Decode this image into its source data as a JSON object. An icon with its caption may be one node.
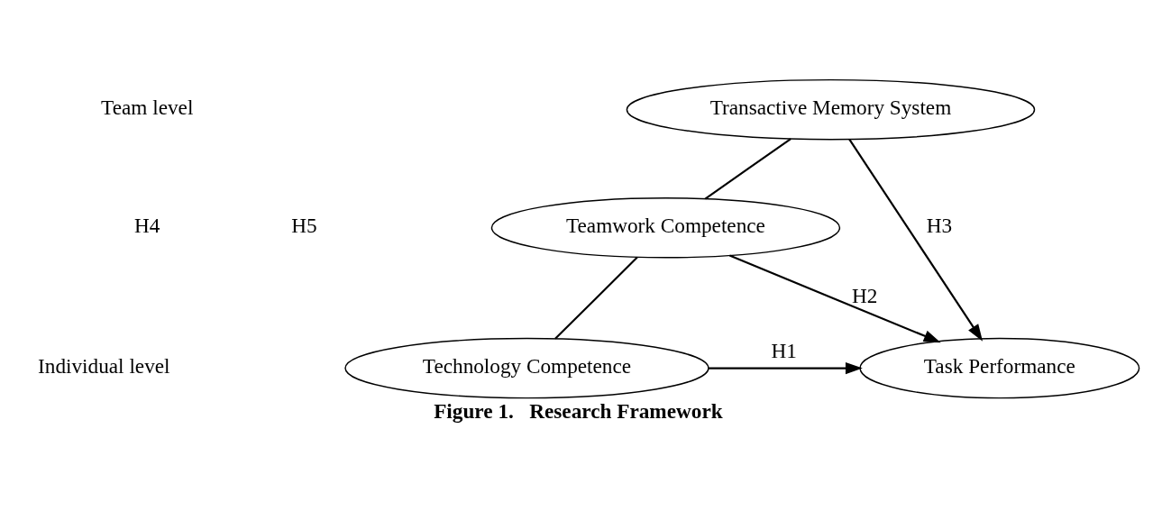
{
  "diagram": {
    "caption": "Figure 1.   Research Framework",
    "nodes": [
      {
        "text": [
          "Transactive Memory System"
        ]
      },
      {
        "text": [
          "Teamwork Competence"
        ]
      },
      {
        "text": [
          "Technology Competence"
        ]
      },
      {
        "text": [
          "Task Performance"
        ]
      }
    ],
    "edges": [
      {
        "from": 0,
        "to": 3,
        "arrow": "to",
        "label": "H3"
      },
      {
        "from": 0,
        "to": 1,
        "arrow": "none"
      },
      {
        "from": 2,
        "to": 1,
        "arrow": "none"
      },
      {
        "from": 1,
        "to": 3,
        "arrow": "to",
        "label": "H2"
      },
      {
        "from": 2,
        "to": 3,
        "arrow": "to",
        "label": "H1"
      }
    ],
    "labels": [
      "Team level",
      "H4",
      "H5",
      "Individual level"
    ]
  }
}
